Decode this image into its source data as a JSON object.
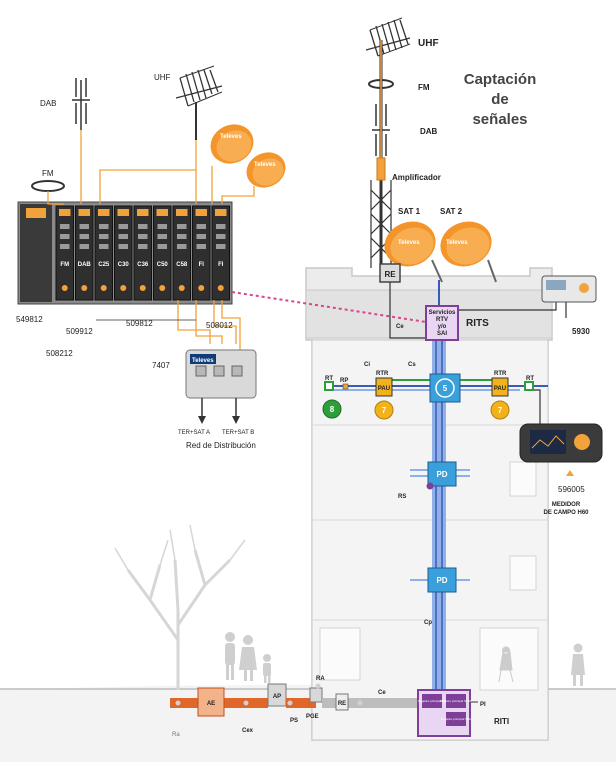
{
  "title": {
    "line1": "Captación",
    "line2": "de",
    "line3": "señales"
  },
  "colors": {
    "building": "#ececec",
    "building_stroke": "#c8c8c8",
    "roof": "#d9d9d9",
    "coax": "#f2a23a",
    "riser": "#3b5bb5",
    "riser_light": "#8fb0e8",
    "ground_orange": "#e0672a",
    "purple": "#7d3f98",
    "pink_dash": "#d6478b",
    "dish": "#f3952b",
    "green": "#2e9e3a",
    "yellow": "#f2b21c",
    "blue_box": "#3aa0dc",
    "tree": "#d0d0d0"
  },
  "left_head": {
    "dab_label": "DAB",
    "uhf_label": "UHF",
    "fm_label": "FM",
    "dish_brand": "Televes",
    "modules": [
      "FM",
      "DAB",
      "C25",
      "C30",
      "C36",
      "C50",
      "C58",
      "FI",
      "FI"
    ],
    "codes": {
      "psu": "549812",
      "first_module": "509912",
      "bracket": "508212",
      "filters": "509812",
      "amp": "508012"
    }
  },
  "splitter": {
    "code": "7407",
    "brand": "Televes",
    "out_a": "TER+SAT A",
    "out_b": "TER+SAT B",
    "caption": "Red de Distribución"
  },
  "right_mast": {
    "uhf_label": "UHF",
    "fm_label": "FM",
    "dab_label": "DAB",
    "amp_label": "Amplificador",
    "sat1_label": "SAT 1",
    "sat2_label": "SAT 2",
    "dish_brand": "Televes",
    "re_label": "RE"
  },
  "building": {
    "rits_label": "RITS",
    "services_box": {
      "line1": "Servicios",
      "line2": "RTV",
      "line3": "y/o",
      "line4": "SAI"
    },
    "ce_label": "Ce",
    "ci_label": "Ci",
    "cs_label": "Cs",
    "rt_left": "RT",
    "rp_label": "RP",
    "rtr_left": "RTR",
    "pau_left": "PAU",
    "rtr_right": "RTR",
    "pau_right": "PAU",
    "rt_right": "RT",
    "badge_green": "8",
    "badge_yellow_left": "7",
    "badge_center": "5",
    "badge_yellow_right": "7",
    "pd_upper": "PD",
    "rs_label": "RS",
    "pd_lower": "PD",
    "cp_label": "Cp",
    "riti_label": "RITI",
    "pi_label": "PI",
    "riti_boxes": [
      "Registro principal TB",
      "Registro principal STDP",
      "Registro principal TBA"
    ]
  },
  "meter": {
    "code": "5930",
    "field_code": "596005",
    "field_caption_1": "MEDIDOR",
    "field_caption_2": "DE CAMPO H60"
  },
  "underground": {
    "ae": "AE",
    "ap": "AP",
    "ra_top": "RA",
    "re": "RE",
    "ce": "Ce",
    "ra_bottom": "Ra",
    "cex": "Cex",
    "ps": "PS",
    "pge": "PGE"
  }
}
